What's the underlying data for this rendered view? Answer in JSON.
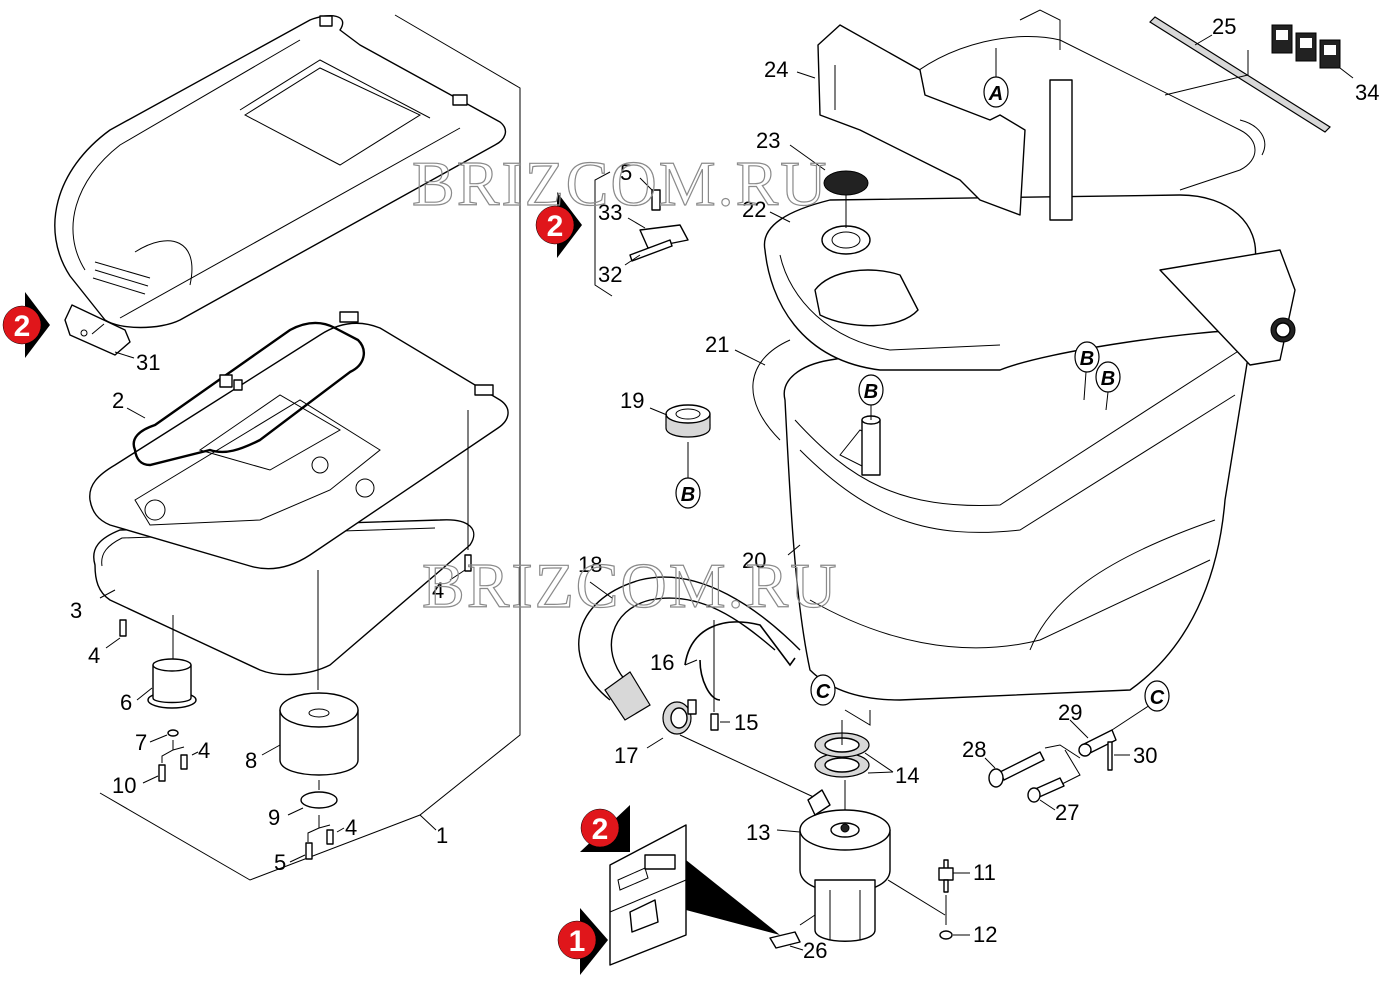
{
  "diagram": {
    "type": "exploded-parts-diagram",
    "watermark": "BRIZCOM.RU",
    "part_callouts": [
      {
        "id": "c31",
        "label": "31"
      },
      {
        "id": "c2",
        "label": "2"
      },
      {
        "id": "c3",
        "label": "3"
      },
      {
        "id": "c4a",
        "label": "4"
      },
      {
        "id": "c4b",
        "label": "4"
      },
      {
        "id": "c4c",
        "label": "4"
      },
      {
        "id": "c4d",
        "label": "4"
      },
      {
        "id": "c6",
        "label": "6"
      },
      {
        "id": "c7",
        "label": "7"
      },
      {
        "id": "c10",
        "label": "10"
      },
      {
        "id": "c8",
        "label": "8"
      },
      {
        "id": "c9",
        "label": "9"
      },
      {
        "id": "c5a",
        "label": "5"
      },
      {
        "id": "c1",
        "label": "1"
      },
      {
        "id": "c5b",
        "label": "5"
      },
      {
        "id": "c33",
        "label": "33"
      },
      {
        "id": "c32",
        "label": "32"
      },
      {
        "id": "c24",
        "label": "24"
      },
      {
        "id": "c23",
        "label": "23"
      },
      {
        "id": "c22",
        "label": "22"
      },
      {
        "id": "c25",
        "label": "25"
      },
      {
        "id": "c34",
        "label": "34"
      },
      {
        "id": "c21",
        "label": "21"
      },
      {
        "id": "c19",
        "label": "19"
      },
      {
        "id": "c20",
        "label": "20"
      },
      {
        "id": "c18",
        "label": "18"
      },
      {
        "id": "c16",
        "label": "16"
      },
      {
        "id": "c15",
        "label": "15"
      },
      {
        "id": "c17",
        "label": "17"
      },
      {
        "id": "c14",
        "label": "14"
      },
      {
        "id": "c13",
        "label": "13"
      },
      {
        "id": "c11",
        "label": "11"
      },
      {
        "id": "c12",
        "label": "12"
      },
      {
        "id": "c26",
        "label": "26"
      },
      {
        "id": "c29",
        "label": "29"
      },
      {
        "id": "c30",
        "label": "30"
      },
      {
        "id": "c28",
        "label": "28"
      },
      {
        "id": "c27",
        "label": "27"
      }
    ],
    "reference_bubbles": [
      {
        "id": "refA",
        "label": "A"
      },
      {
        "id": "refB1",
        "label": "B"
      },
      {
        "id": "refB2",
        "label": "B"
      },
      {
        "id": "refB3",
        "label": "B"
      },
      {
        "id": "refB4",
        "label": "B"
      },
      {
        "id": "refC1",
        "label": "C"
      },
      {
        "id": "refC2",
        "label": "C"
      }
    ],
    "kit_markers": [
      {
        "id": "m1",
        "label": "2"
      },
      {
        "id": "m2",
        "label": "2"
      },
      {
        "id": "m3",
        "label": "2"
      },
      {
        "id": "m4",
        "label": "1"
      }
    ],
    "colors": {
      "marker_red": "#e0161b",
      "line": "#000000",
      "watermark": "#8a8a8a",
      "background": "#ffffff"
    }
  }
}
